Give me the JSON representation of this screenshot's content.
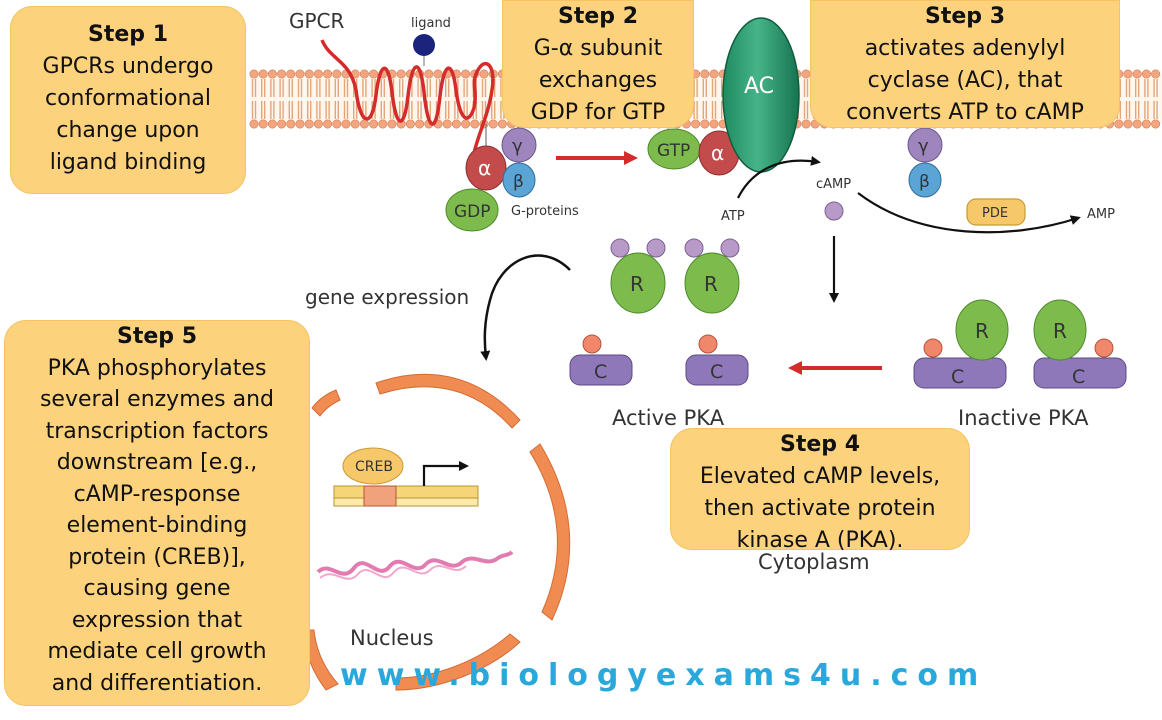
{
  "steps": [
    {
      "title": "Step 1",
      "body": [
        "GPCRs undergo",
        "conformational",
        "change upon",
        "ligand binding"
      ]
    },
    {
      "title": "Step 2",
      "body": [
        "G-α subunit",
        "exchanges",
        "GDP for GTP"
      ]
    },
    {
      "title": "Step 3",
      "body": [
        "activates adenylyl",
        "cyclase (AC), that",
        "converts ATP to cAMP"
      ]
    },
    {
      "title": "Step 4",
      "body": [
        "Elevated cAMP levels,",
        "then activate protein",
        "kinase A (PKA)."
      ]
    },
    {
      "title": "Step 5",
      "body": [
        "PKA phosphorylates",
        "several enzymes and",
        "transcription factors",
        "downstream [e.g.,",
        "cAMP-response",
        "element-binding",
        "protein (CREB)],",
        "causing gene",
        "expression that",
        "mediate cell growth",
        "and differentiation."
      ]
    }
  ],
  "labels": {
    "gpcr": "GPCR",
    "ligand": "ligand",
    "gdp": "GDP",
    "gtp": "GTP",
    "alpha": "α",
    "beta": "β",
    "gamma": "γ",
    "g_proteins": "G-proteins",
    "ac": "AC",
    "atp": "ATP",
    "camp": "cAMP",
    "pde": "PDE",
    "amp": "AMP",
    "r": "R",
    "c": "C",
    "gene_expression": "gene expression",
    "active_pka": "Active PKA",
    "inactive_pka": "Inactive PKA",
    "creb": "CREB",
    "nucleus": "Nucleus",
    "cytoplasm": "Cytoplasm"
  },
  "website": "www.biologyexams4u.com",
  "colors": {
    "step_box": "#fcd27c",
    "website": "#2aa8dc",
    "receptor": "#d42b2b",
    "arrow_red": "#d42b2b",
    "ac": "#1f8a60",
    "green_subunit": "#7dbb4d",
    "alpha": "#c44b4b",
    "purple_subunit": "#9f85bd",
    "blue_subunit": "#5aa4d6",
    "catalytic": "#8e78b9",
    "nucleus_membrane": "#f08c52"
  }
}
